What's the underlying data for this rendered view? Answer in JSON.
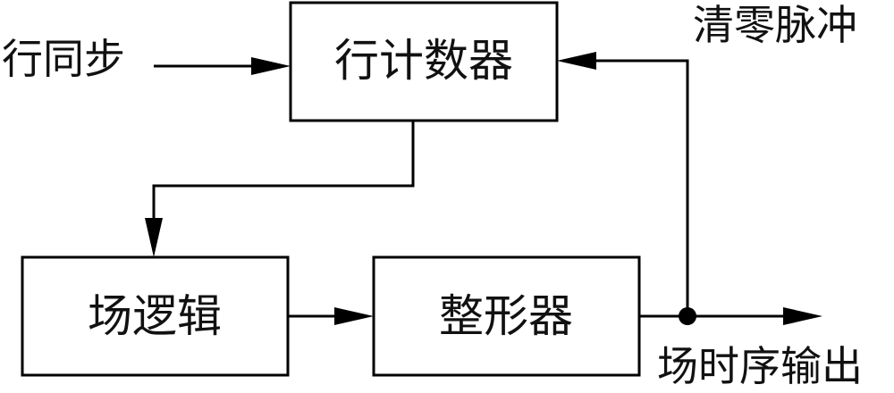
{
  "blocks": {
    "line_counter": "行计数器",
    "field_logic": "场逻辑",
    "shaper": "整形器"
  },
  "signals": {
    "line_sync": "行同步",
    "clear_pulse": "清零脉冲",
    "field_timing_output": "场时序输出"
  }
}
